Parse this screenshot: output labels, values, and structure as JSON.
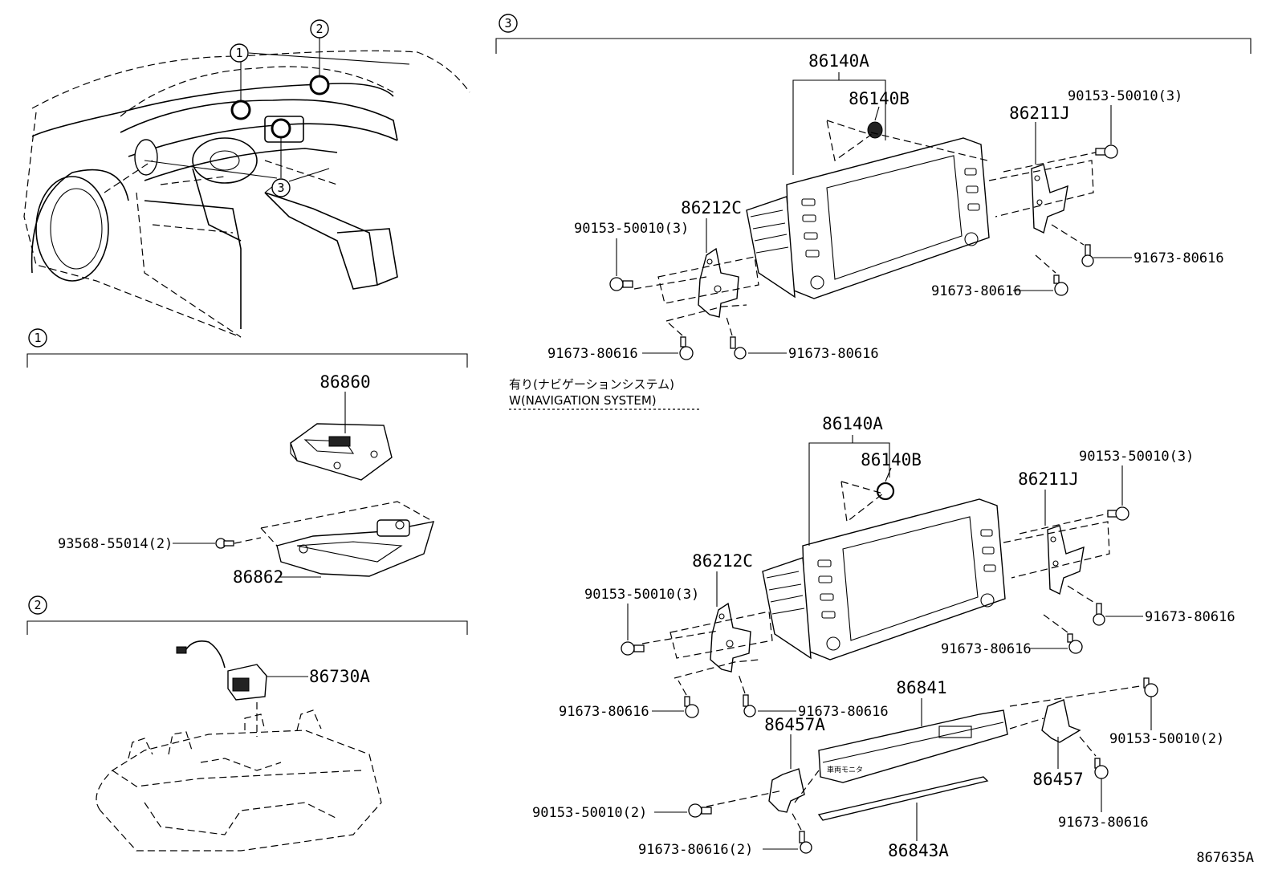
{
  "sections": {
    "s1": "1",
    "s2": "2",
    "s3": "3"
  },
  "overview": {
    "c1": "1",
    "c2": "2",
    "c3": "3"
  },
  "section1": {
    "p86860": "86860",
    "p86862": "86862",
    "p93568": "93568-55014(2)"
  },
  "section2": {
    "p86730A": "86730A"
  },
  "section3": {
    "upper": {
      "p86140A": "86140A",
      "p86140B": "86140B",
      "p86211J": "86211J",
      "p86212C": "86212C",
      "bolt_r": "90153-50010(3)",
      "bolt_l": "90153-50010(3)",
      "screw_r1": "91673-80616",
      "screw_r2": "91673-80616",
      "screw_bl": "91673-80616",
      "screw_bm": "91673-80616"
    },
    "note_jp": "有り(ナビゲーションシステム)",
    "note_en": "W(NAVIGATION SYSTEM)",
    "lower": {
      "p86140A": "86140A",
      "p86140B": "86140B",
      "p86211J": "86211J",
      "p86212C": "86212C",
      "bolt_r": "90153-50010(3)",
      "bolt_l": "90153-50010(3)",
      "screw_r1": "91673-80616",
      "screw_r2": "91673-80616",
      "screw_bl": "91673-80616",
      "screw_bm": "91673-80616",
      "p86841": "86841",
      "p86457A": "86457A",
      "p86457": "86457",
      "p86843A": "86843A",
      "bolt_2r": "90153-50010(2)",
      "bolt_2l": "90153-50010(2)",
      "screw_2": "91673-80616(2)",
      "screw_last": "91673-80616"
    }
  },
  "figure_id": "867635A"
}
